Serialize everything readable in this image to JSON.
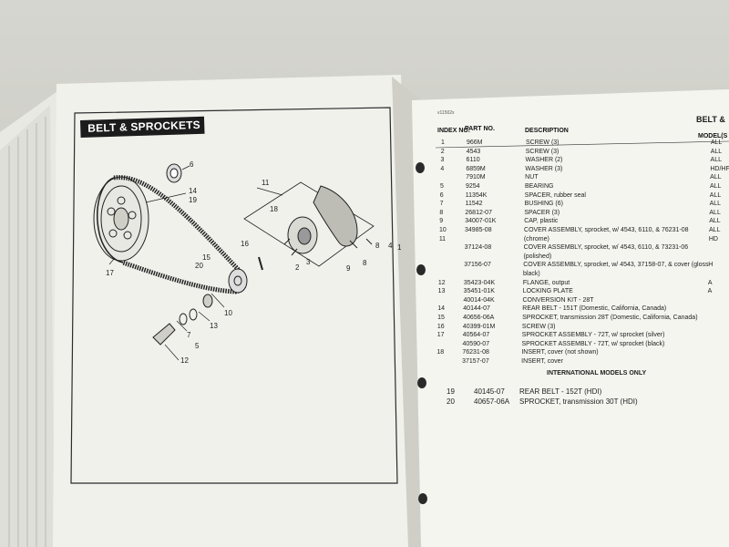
{
  "left_page": {
    "title": "BELT & SPROCKETS",
    "callouts": [
      "6",
      "14",
      "19",
      "11",
      "18",
      "16",
      "2",
      "3",
      "9",
      "8",
      "8",
      "4",
      "1",
      "15",
      "20",
      "17",
      "10",
      "13",
      "7",
      "5",
      "12"
    ]
  },
  "right_page": {
    "header_code": "v11502x",
    "title": "BELT &",
    "columns": {
      "index": "INDEX NO.",
      "part": "PART NO.",
      "description": "DESCRIPTION",
      "model": "MODEL(S"
    },
    "rows": [
      {
        "index": "1",
        "part": "966M",
        "description": "SCREW (3)",
        "model": "ALL"
      },
      {
        "index": "2",
        "part": "4543",
        "description": "SCREW (3)",
        "model": "ALL"
      },
      {
        "index": "3",
        "part": "6110",
        "description": "WASHER (2)",
        "model": "ALL"
      },
      {
        "index": "4",
        "part": "6859M",
        "description": "WASHER (3)",
        "model": "HD/HF/"
      },
      {
        "index": "",
        "part": "7910M",
        "description": "NUT",
        "model": "ALL"
      },
      {
        "index": "5",
        "part": "9254",
        "description": "BEARING",
        "model": "ALL"
      },
      {
        "index": "6",
        "part": "11354K",
        "description": "SPACER, rubber seal",
        "model": "ALL"
      },
      {
        "index": "7",
        "part": "11542",
        "description": "BUSHING (6)",
        "model": "ALL"
      },
      {
        "index": "8",
        "part": "26812-07",
        "description": "SPACER (3)",
        "model": "ALL"
      },
      {
        "index": "9",
        "part": "34007-01K",
        "description": "CAP, plastic",
        "model": "ALL"
      },
      {
        "index": "10",
        "part": "34985-08",
        "description": "COVER ASSEMBLY, sprocket, w/ 4543, 6110, & 76231-08",
        "model": "ALL"
      },
      {
        "index": "11",
        "part": "",
        "description": "(chrome)",
        "model": "HD"
      },
      {
        "index": "",
        "part": "37124-08",
        "description": "COVER ASSEMBLY, sprocket, w/ 4543, 6110, & 73231-06",
        "model": ""
      },
      {
        "index": "",
        "part": "",
        "description": "(polished)",
        "model": ""
      },
      {
        "index": "",
        "part": "37156-07",
        "description": "COVER ASSEMBLY, sprocket, w/ 4543, 37158-07, & cover (gloss",
        "model": "H"
      },
      {
        "index": "",
        "part": "",
        "description": "black)",
        "model": ""
      },
      {
        "index": "12",
        "part": "35423-04K",
        "description": "FLANGE, output",
        "model": "A"
      },
      {
        "index": "13",
        "part": "35451-01K",
        "description": "LOCKING PLATE",
        "model": "A"
      },
      {
        "index": "",
        "part": "40014-04K",
        "description": "CONVERSION KIT - 28T",
        "model": ""
      },
      {
        "index": "14",
        "part": "40144-07",
        "description": "REAR BELT - 151T (Domestic, California, Canada)",
        "model": ""
      },
      {
        "index": "15",
        "part": "40656-06A",
        "description": "SPROCKET, transmission 28T (Domestic, California, Canada)",
        "model": ""
      },
      {
        "index": "16",
        "part": "40399-01M",
        "description": "SCREW (3)",
        "model": ""
      },
      {
        "index": "17",
        "part": "40564-07",
        "description": "SPROCKET ASSEMBLY - 72T, w/ sprocket (silver)",
        "model": ""
      },
      {
        "index": "",
        "part": "40590-07",
        "description": "SPROCKET ASSEMBLY - 72T, w/ sprocket (black)",
        "model": ""
      },
      {
        "index": "18",
        "part": "76231-08",
        "description": "INSERT, cover (not shown)",
        "model": ""
      },
      {
        "index": "",
        "part": "37157-07",
        "description": "INSERT, cover",
        "model": ""
      }
    ],
    "international_heading": "INTERNATIONAL MODELS ONLY",
    "intl_rows": [
      {
        "index": "19",
        "part": "40145-07",
        "description": "REAR BELT - 152T (HDI)"
      },
      {
        "index": "20",
        "part": "40657-06A",
        "description": "SPROCKET, transmission 30T (HDI)"
      }
    ]
  },
  "colors": {
    "paper": "#f4f4ef",
    "ink": "#1d1d1d",
    "badge": "#1c1c1c",
    "binder_hole": "#2a2a2a"
  }
}
